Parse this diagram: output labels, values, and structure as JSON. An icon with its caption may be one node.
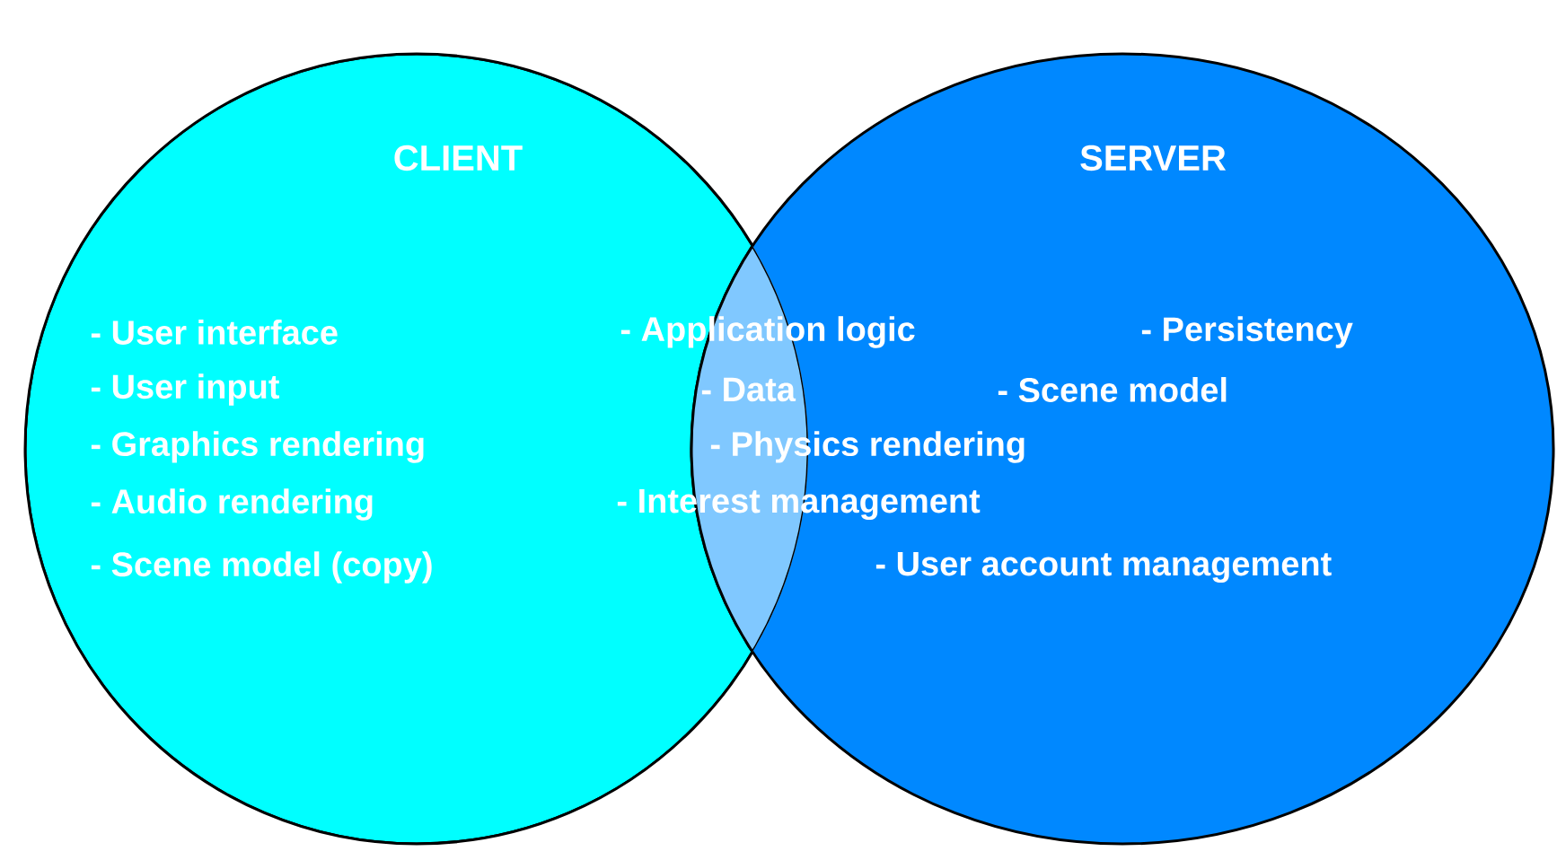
{
  "diagram": {
    "nodes": [
      {
        "text": [
          "CLIENT"
        ]
      },
      {
        "text": [
          "SERVER"
        ]
      }
    ],
    "edges": [],
    "labels": [
      "- User interface",
      "- Application logic",
      "- Persistency",
      "- User input",
      "- Data",
      "- Scene model",
      "- Graphics rendering",
      "- Physics rendering",
      "- Audio rendering",
      "- Interest management",
      "- Scene model (copy)",
      "- User account management"
    ]
  }
}
